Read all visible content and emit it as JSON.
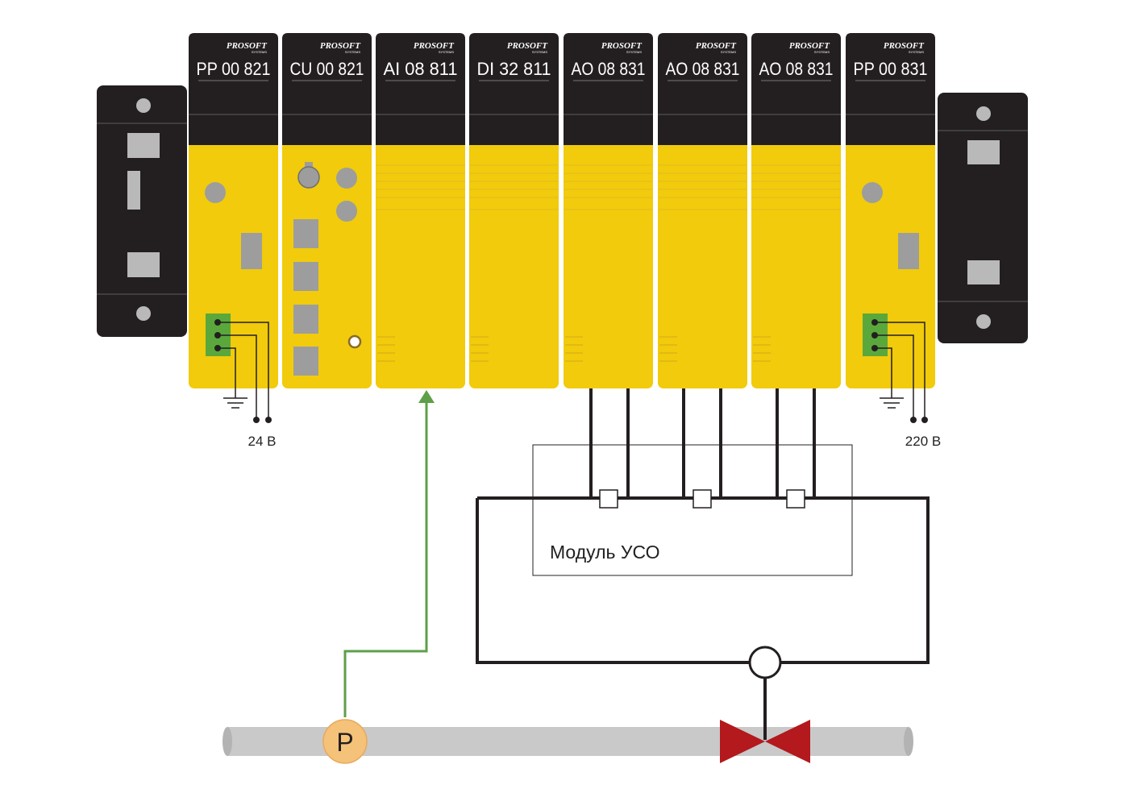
{
  "modules": [
    {
      "brand": "PROSOFT",
      "brand_sub": "SYSTEMS",
      "label": "PP 00 821"
    },
    {
      "brand": "PROSOFT",
      "brand_sub": "SYSTEMS",
      "label": "CU 00 821"
    },
    {
      "brand": "PROSOFT",
      "brand_sub": "SYSTEMS",
      "label": "AI 08 811"
    },
    {
      "brand": "PROSOFT",
      "brand_sub": "SYSTEMS",
      "label": "DI 32 811"
    },
    {
      "brand": "PROSOFT",
      "brand_sub": "SYSTEMS",
      "label": "AO 08 831"
    },
    {
      "brand": "PROSOFT",
      "brand_sub": "SYSTEMS",
      "label": "AO 08 831"
    },
    {
      "brand": "PROSOFT",
      "brand_sub": "SYSTEMS",
      "label": "AO 08 831"
    },
    {
      "brand": "PROSOFT",
      "brand_sub": "SYSTEMS",
      "label": "PP 00 831"
    }
  ],
  "power": {
    "left_voltage": "24 В",
    "right_voltage": "220 В"
  },
  "io_module": {
    "label": "Модуль УСО"
  },
  "sensor": {
    "label": "P"
  },
  "colors": {
    "module_yellow": "#f1cb0c",
    "module_black": "#231f20",
    "terminal_green": "#5aa83c",
    "signal_green": "#5e9f49",
    "pipe_grey": "#c9c9c9",
    "valve_red": "#b3191d",
    "sensor_orange": "#f5c27a"
  }
}
